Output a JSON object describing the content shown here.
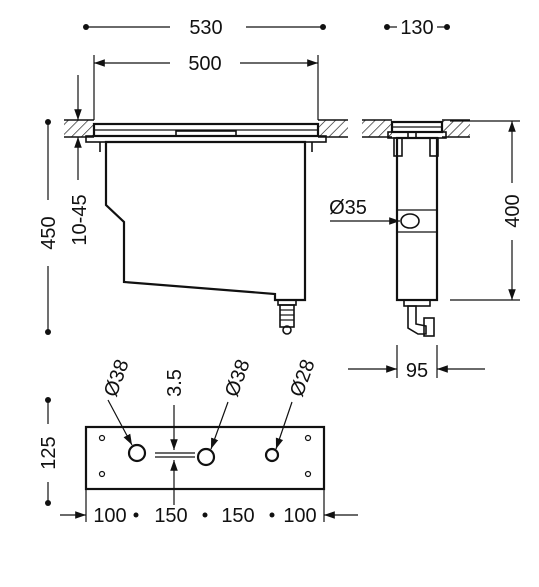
{
  "front_view": {
    "width_overall": "530",
    "width_body": "500",
    "height_overall": "450",
    "slab_thickness": "10-45"
  },
  "side_view": {
    "depth_overall": "130",
    "height_body": "400",
    "inlet_diameter": "Ø35",
    "bottom_width": "95"
  },
  "plate": {
    "height": "125",
    "hole_1_diameter": "Ø38",
    "hole_2_diameter": "Ø38",
    "hole_3_diameter": "Ø28",
    "offset": "3.5",
    "spacing": [
      "100",
      "150",
      "150",
      "100"
    ]
  }
}
